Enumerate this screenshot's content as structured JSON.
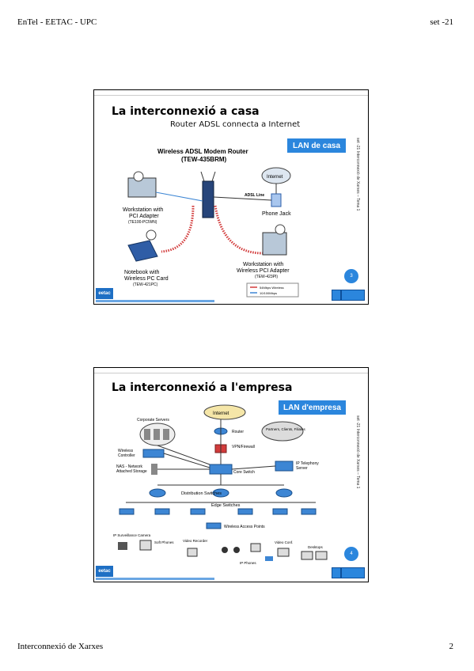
{
  "page": {
    "header_left": "EnTel - EETAC - UPC",
    "header_right": "set -21",
    "footer_left": "Interconnexió de Xarxes",
    "footer_right": "2"
  },
  "slide1": {
    "title": "La interconnexió a casa",
    "subtitle": "Router ADSL connecta a Internet",
    "badge": "LAN de casa",
    "side_text": "set -21    Interconnexió de Xarxes – Tema 1",
    "number": "3",
    "logo": "eetac",
    "diagram": {
      "device_title_1": "Wireless ADSL Modem Router",
      "device_title_2": "(TEW-435BRM)",
      "internet": "Internet",
      "adsl_line": "ADSL Line",
      "phone_jack": "Phone Jack",
      "ws1_1": "Workstation with",
      "ws1_2": "PCI Adapter",
      "ws1_3": "(TE100-PCIWN)",
      "nb_1": "Notebook with",
      "nb_2": "Wireless PC Card",
      "nb_3": "(TEW-421PC)",
      "ws2_1": "Workstation with",
      "ws2_2": "Wireless PCI Adapter",
      "ws2_3": "(TEW-423PI)",
      "legend_1": "54Mbps Wireless",
      "legend_2": "10/100Mbps"
    }
  },
  "slide2": {
    "title": "La interconnexió a l'empresa",
    "badge": "LAN d'empresa",
    "side_text": "set -21    Interconnexió de Xarxes – Tema 1",
    "number": "4",
    "logo": "eetac",
    "diagram": {
      "internet": "Internet",
      "partners": "Partners, Clients, Filiales",
      "servers": "Corporate Servers",
      "router": "Router",
      "vpn": "VPN/Firewall",
      "wireless_ctrl_1": "Wireless",
      "wireless_ctrl_2": "Controller",
      "nas_1": "NAS - Network",
      "nas_2": "Attached Storage",
      "core": "Core Switch",
      "ip_tel_1": "IP Telephony",
      "ip_tel_2": "Server",
      "distribution": "Distribution Switches",
      "edge": "Edge Switches",
      "wap": "Wireless Access Points",
      "surveillance": "IP Surveillance Camera",
      "softphones": "Soft Phones",
      "video": "Video Conf.",
      "desktops": "Desktops",
      "ip_phones": "IP Phones",
      "video_recorder": "Video Recorder"
    }
  }
}
